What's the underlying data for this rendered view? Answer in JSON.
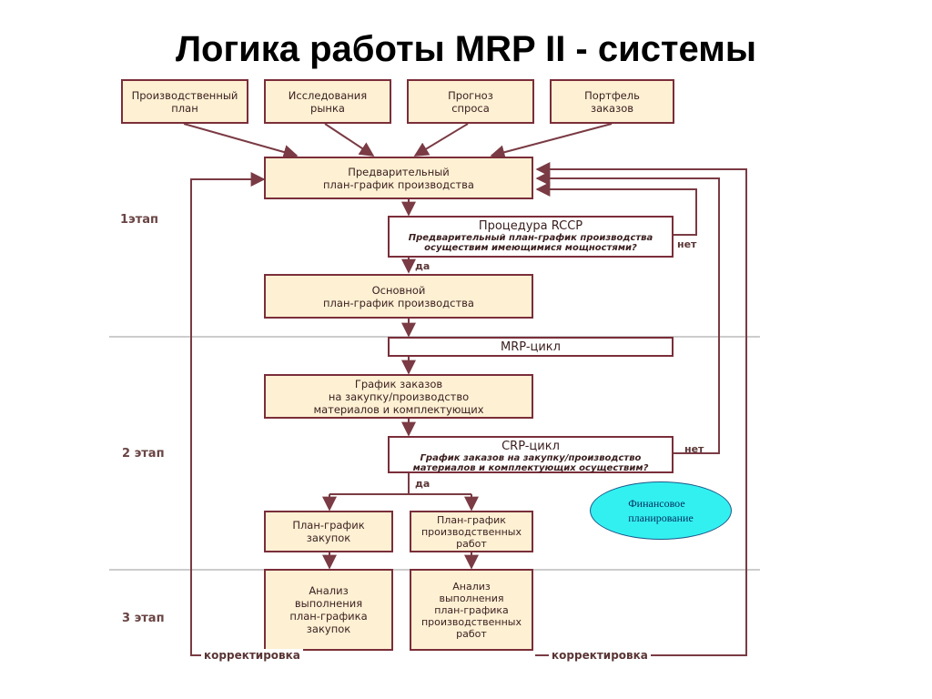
{
  "title": "Логика работы  MRP II - системы",
  "inputs": {
    "production_plan": "Производственный\nплан",
    "market_research": "Исследования\nрынка",
    "demand_forecast": "Прогноз\nспроса",
    "order_portfolio": "Портфель\nзаказов"
  },
  "stage1": {
    "label": "1этап",
    "preliminary_schedule": "Предварительный\nплан-график производства",
    "rccp_title": "Процедура RCCP",
    "rccp_question": "Предварительный план-график производства\nосуществим имеющимися мощностями?",
    "no": "нет",
    "yes": "да",
    "master_schedule": "Основной\nплан-график производства"
  },
  "stage2": {
    "label": "2 этап",
    "mrp_cycle": "MRP-цикл",
    "order_schedule": "График заказов\nна закупку/производство\nматериалов и комплектующих",
    "crp_title": "CRP-цикл",
    "crp_question": "График заказов на закупку/производство\nматериалов и комплектующих осуществим?",
    "no": "нет",
    "yes": "да",
    "purchase_schedule": "План-график\nзакупок",
    "production_schedule": "План-график\nпроизводственных\nработ",
    "financial_planning": "Финансовое\nпланирование"
  },
  "stage3": {
    "label": "3 этап",
    "purchase_analysis": "Анализ\nвыполнения\nплан-графика\nзакупок",
    "production_analysis": "Анализ\nвыполнения\nплан-графика\nпроизводственных\nработ",
    "correction_left": "корректировка",
    "correction_right": "корректировка"
  },
  "colors": {
    "box_fill": "#fdf0d3",
    "box_border": "#7a2e3a",
    "arrow": "#7a3b44",
    "ellipse_fill": "#33f0f0",
    "divider": "#9a9a9a"
  }
}
